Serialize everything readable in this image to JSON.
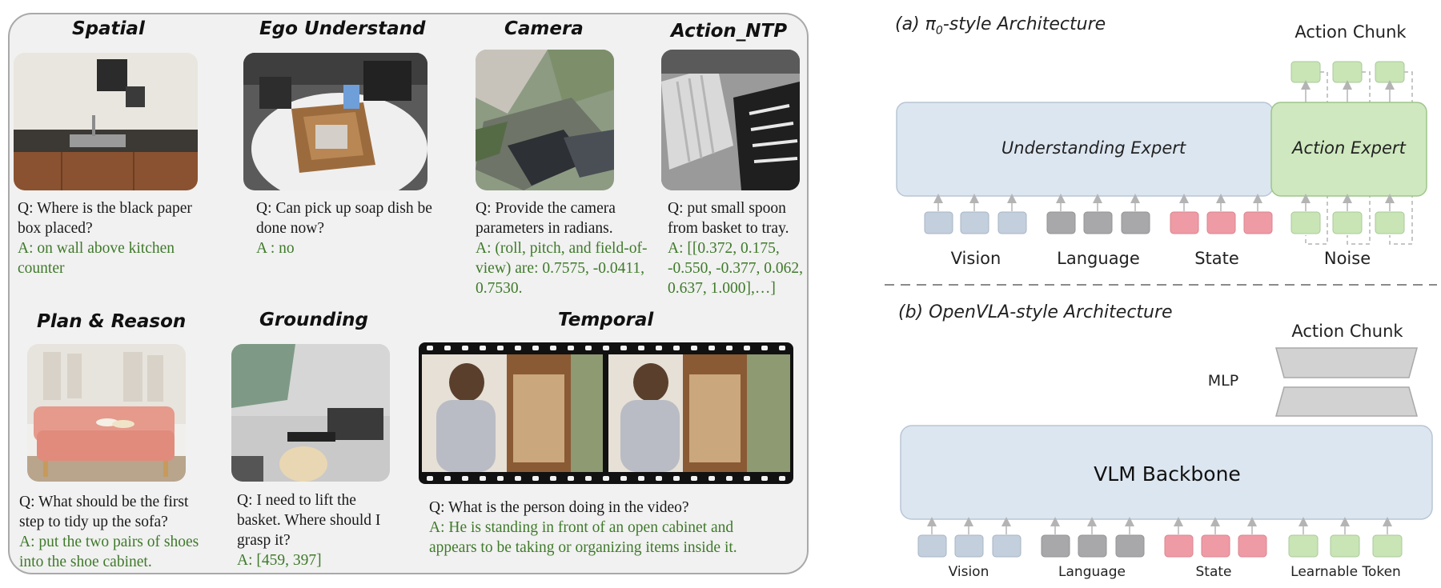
{
  "panel": {
    "categories": {
      "spatial": "Spatial",
      "ego": "Ego Understand",
      "camera": "Camera",
      "action": "Action_NTP",
      "plan": "Plan & Reason",
      "grounding": "Grounding",
      "temporal": "Temporal"
    },
    "qa": {
      "spatial_q": "Q: Where is the black paper box placed?",
      "spatial_a": "A: on wall above kitchen counter",
      "ego_q": "Q: Can pick up soap dish be done now?",
      "ego_a": "A : no",
      "camera_q": "Q: Provide the camera parameters in radians.",
      "camera_a": "A: (roll, pitch, and field-of-view) are: 0.7575, -0.0411, 0.7530.",
      "action_q": "Q: put small spoon from basket to tray.",
      "action_a": "A: [[0.372, 0.175, -0.550, -0.377, 0.062, 0.637, 1.000],…]",
      "plan_q": "Q: What should be the first step to tidy up the sofa?",
      "plan_a": "A: put the two pairs of shoes into the shoe cabinet.",
      "grounding_q": "Q: I need to lift the basket. Where should I grasp it?",
      "grounding_a": "A: [459, 397]",
      "temporal_q": "Q: What is the person doing in the video?",
      "temporal_a": "A: He is standing in front of an open cabinet and appears to be taking or organizing items inside it."
    }
  },
  "arch_a": {
    "title_prefix": "(a) ",
    "title_pi": "π",
    "title_sub": "0",
    "title_suffix": "-style Architecture",
    "action_chunk": "Action Chunk",
    "understanding_expert": "Understanding Expert",
    "action_expert": "Action Expert",
    "inputs": {
      "vision": "Vision",
      "language": "Language",
      "state": "State",
      "noise": "Noise"
    }
  },
  "arch_b": {
    "title": "(b) OpenVLA-style Architecture",
    "action_chunk": "Action Chunk",
    "mlp": "MLP",
    "backbone": "VLM Backbone",
    "inputs": {
      "vision": "Vision",
      "language": "Language",
      "state": "State",
      "learnable": "Learnable Token"
    }
  },
  "colors": {
    "vision_token": "#c3cfdc",
    "language_token": "#a8a8ab",
    "state_token": "#ef9ba5",
    "green_token": "#c9e5b5",
    "understanding_fill": "#dce6f0",
    "action_expert_fill": "#cfe8bf",
    "answer_text": "#3f7a2a"
  }
}
